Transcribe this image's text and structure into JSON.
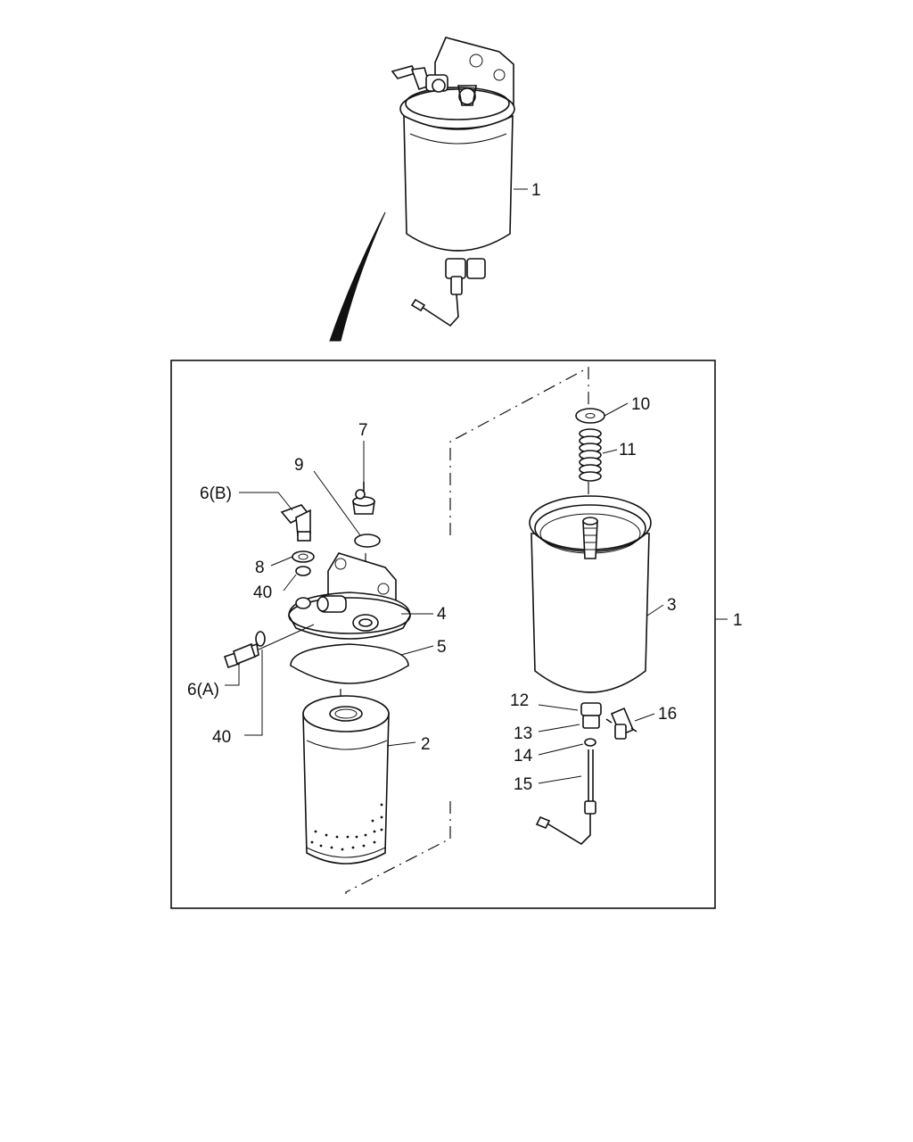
{
  "callouts": {
    "c1_top": "1",
    "c1_box": "1",
    "c2": "2",
    "c3": "3",
    "c4": "4",
    "c5": "5",
    "c6a": "6(A)",
    "c6b": "6(B)",
    "c7": "7",
    "c8": "8",
    "c9": "9",
    "c10": "10",
    "c11": "11",
    "c12": "12",
    "c13": "13",
    "c14": "14",
    "c15": "15",
    "c16": "16",
    "c40a": "40",
    "c40b": "40"
  }
}
